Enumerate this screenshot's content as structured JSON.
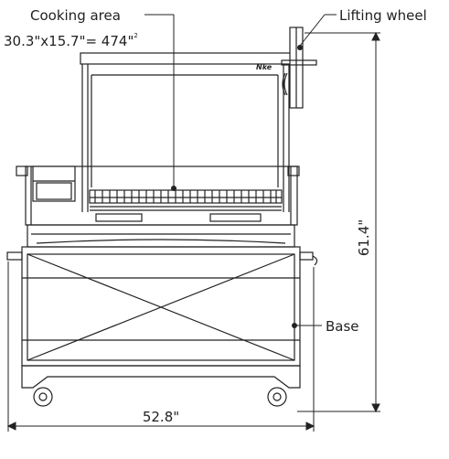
{
  "labels": {
    "cooking_area_title": "Cooking area",
    "cooking_area_dims": "30.3\"x15.7\"= 474\"",
    "cooking_area_unit_sup": "2",
    "lifting_wheel": "Lifting wheel",
    "base": "Base",
    "height": "61.4\"",
    "width": "52.8\"",
    "brand_logo": "Nke"
  }
}
